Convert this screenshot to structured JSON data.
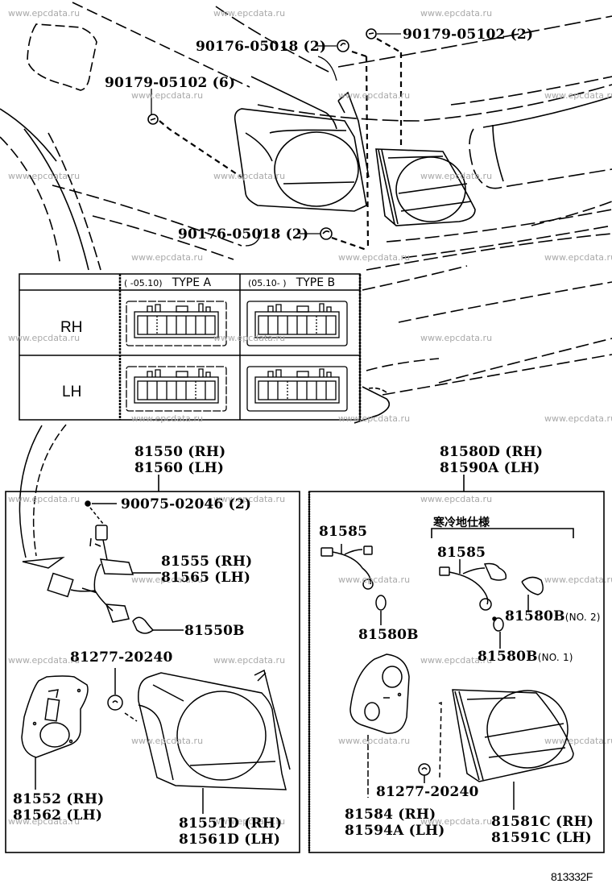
{
  "diagram": {
    "figure_code": "813332F",
    "watermark": "www.epcdata.ru",
    "upper_callouts": [
      {
        "id": "clip-top-right",
        "part": "90179-05102",
        "qty": "(2)"
      },
      {
        "id": "nut-top",
        "part": "90176-05018",
        "qty": "(2)"
      },
      {
        "id": "clip-left",
        "part": "90179-05102",
        "qty": "(6)"
      },
      {
        "id": "nut-bottom",
        "part": "90176-05018",
        "qty": "(2)"
      }
    ],
    "type_table": {
      "corner": "",
      "columns": [
        {
          "range": "(   -05.10)",
          "label": "TYPE  A"
        },
        {
          "range": "(05.10-   )",
          "label": "TYPE B"
        }
      ],
      "rows": [
        "RH",
        "LH"
      ]
    },
    "left_assembly": {
      "header": [
        "81550 (RH)",
        "81560 (LH)"
      ],
      "parts": [
        {
          "id": "screw",
          "lines": [
            "90075-02046 (2)"
          ]
        },
        {
          "id": "socket-wire",
          "lines": [
            "81555 (RH)",
            "81565 (LH)"
          ]
        },
        {
          "id": "bulb",
          "lines": [
            "81550B"
          ]
        },
        {
          "id": "cushion",
          "lines": [
            "81277-20240"
          ]
        },
        {
          "id": "cover",
          "lines": [
            "81552 (RH)",
            "81562 (LH)"
          ]
        },
        {
          "id": "lens-body",
          "lines": [
            "81551D (RH)",
            "81561D (LH)"
          ]
        }
      ]
    },
    "right_assembly": {
      "header": [
        "81580D (RH)",
        "81590A (LH)"
      ],
      "cold_spec_label": "寒冷地仕様",
      "parts": [
        {
          "id": "socket-std",
          "lines": [
            "81585"
          ]
        },
        {
          "id": "bulb-std",
          "lines": [
            "81580B"
          ]
        },
        {
          "id": "socket-cold",
          "lines": [
            "81585"
          ]
        },
        {
          "id": "bulb-no2",
          "main": "81580B",
          "suffix": "(NO. 2)"
        },
        {
          "id": "bulb-no1",
          "main": "81580B",
          "suffix": "(NO. 1)"
        },
        {
          "id": "cover",
          "lines": [
            "81584 (RH)",
            "81594A (LH)"
          ]
        },
        {
          "id": "cushion",
          "lines": [
            "81277-20240"
          ]
        },
        {
          "id": "lens-body",
          "lines": [
            "81581C (RH)",
            "81591C (LH)"
          ]
        }
      ]
    }
  }
}
